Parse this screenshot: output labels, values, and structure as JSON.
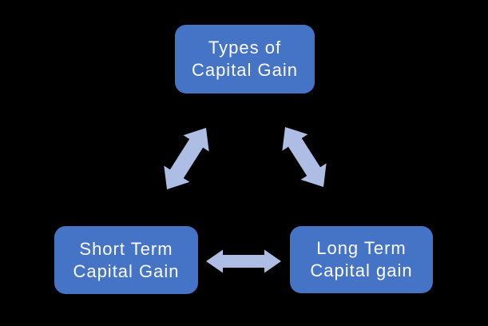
{
  "diagram": {
    "nodes": [
      {
        "id": "types",
        "label": "Types of\nCapital Gain"
      },
      {
        "id": "short",
        "label": "Short Term\nCapital Gain"
      },
      {
        "id": "long",
        "label": "Long Term\nCapital gain"
      }
    ],
    "connections": [
      {
        "from": "types",
        "to": "short",
        "style": "double-headed-arrow"
      },
      {
        "from": "types",
        "to": "long",
        "style": "double-headed-arrow"
      },
      {
        "from": "short",
        "to": "long",
        "style": "double-headed-arrow"
      }
    ],
    "colors": {
      "background": "#000000",
      "node_fill": "#4573C5",
      "node_text": "#FFFFFF",
      "arrow_fill": "#AEBDE3"
    }
  }
}
